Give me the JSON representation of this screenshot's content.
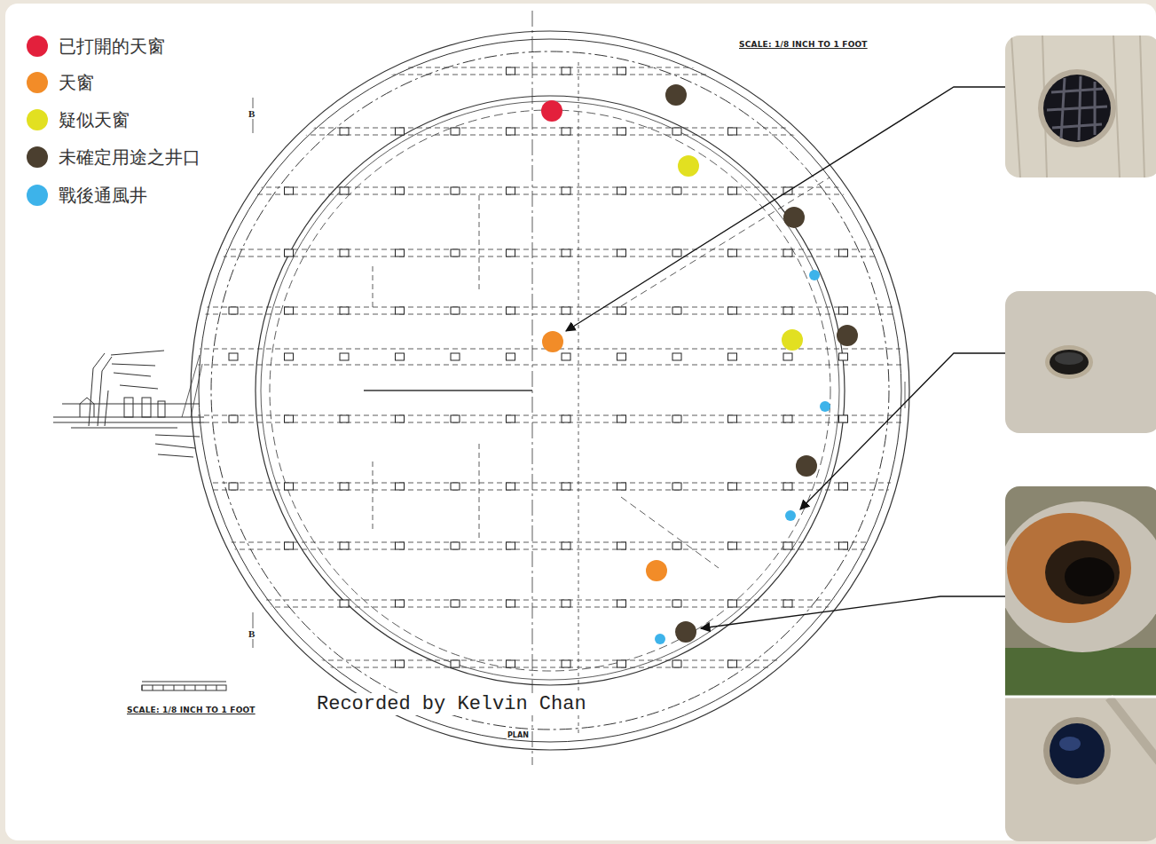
{
  "diagram": {
    "labels": [
      "SCALE: 1/8 INCH TO 1 FOOT",
      "SCALE: 1/8 INCH TO 1 FOOT",
      "Recorded by Kelvin Chan",
      "PLAN",
      "B",
      "B"
    ],
    "legend": [
      {
        "text": "已打開的天窗",
        "color": "#e3203c"
      },
      {
        "text": "天窗",
        "color": "#f28c28"
      },
      {
        "text": "疑似天窗",
        "color": "#e2e021"
      },
      {
        "text": "未確定用途之井口",
        "color": "#4b3f2f"
      },
      {
        "text": "戰後通風井",
        "color": "#3db3ea"
      }
    ]
  }
}
